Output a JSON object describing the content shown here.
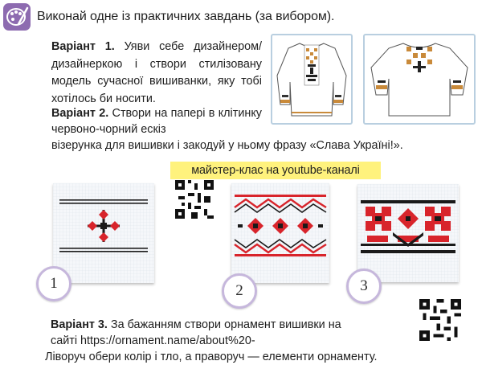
{
  "task": {
    "icon": "paint-palette-icon",
    "text": "Виконай одне із практичних завдань (за вибором)."
  },
  "variant1": {
    "label": "Варіант 1.",
    "text": " Уяви себе дизайне­ром/дизайнеркою і створи стилі­зовану модель сучасної вишиван­ки, яку тобі хотілось би носити."
  },
  "variant2": {
    "label": "Варіант 2.",
    "line1": " Створи на папері в клітинку червоно-чорний ескіз",
    "line2": "візерунка для вишивки і закодуй у ньому фразу «Слава Україні!»."
  },
  "masterclass": {
    "text": "майстер-клас на youtube-каналі"
  },
  "samples": [
    {
      "number": "1"
    },
    {
      "number": "2"
    },
    {
      "number": "3"
    }
  ],
  "variant3": {
    "label": "Варіант 3.",
    "line1": " За бажанням створи орнамент вишивки на",
    "line2": "сайті https://ornament.name/about%20-",
    "line3": "Ліворуч обери колір і тло, а праворуч — елементи орнаменту."
  },
  "colors": {
    "accent_purple": "#8d6bb0",
    "embroidery_red": "#d8242b",
    "embroidery_black": "#1a1a1a",
    "highlight_yellow": "#fff27d",
    "frame_blue": "#b9cfe0"
  }
}
